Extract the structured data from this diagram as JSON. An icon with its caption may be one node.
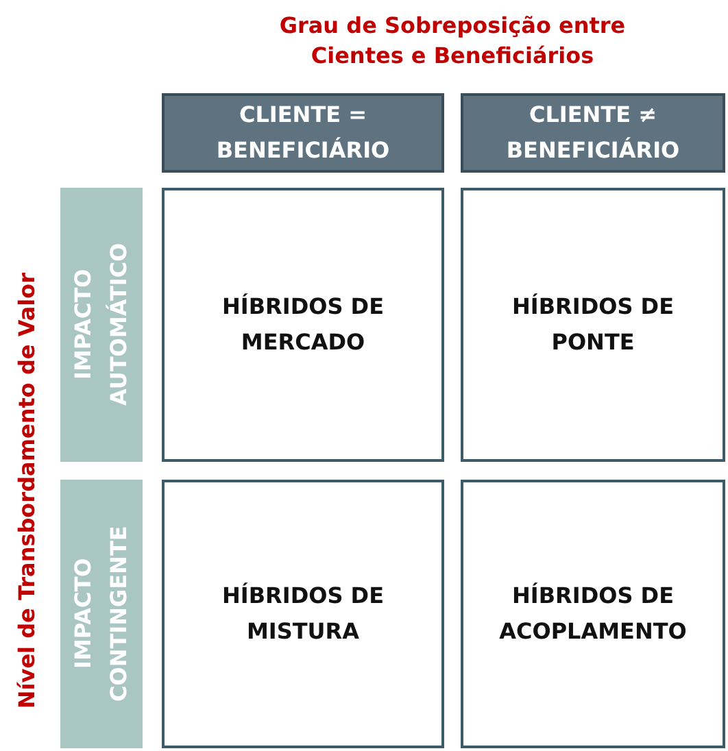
{
  "diagram": {
    "title": "Grau de Sobreposição entre Cientes e Beneficiários",
    "nodes": [
      {
        "text": [
          "CLIENTE = BENEFICIÁRIO"
        ]
      },
      {
        "text": [
          "CLIENTE ≠ BENEFICIÁRIO"
        ]
      },
      {
        "text": [
          "IMPACTO AUTOMÁTICO"
        ]
      },
      {
        "text": [
          "IMPACTO CONTINGENTE"
        ]
      },
      {
        "text": [
          "HÍBRIDOS DE MERCADO"
        ]
      },
      {
        "text": [
          "HÍBRIDOS DE PONTE"
        ]
      },
      {
        "text": [
          "HÍBRIDOS DE MISTURA"
        ]
      },
      {
        "text": [
          "HÍBRIDOS DE ACOPLAMENTO"
        ]
      }
    ],
    "labels": [
      "Nível de Transbordamento de Valor"
    ]
  }
}
